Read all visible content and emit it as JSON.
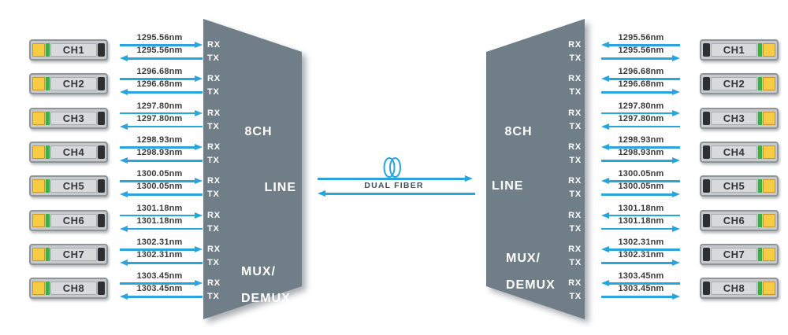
{
  "palette": {
    "arrow_blue": "#2AA4DC",
    "mux_body_gray": "#6F7E88",
    "wavelength_text": "#3A3A3A",
    "mux_text_white": "#FFFFFF",
    "module_body": "#C7CACC",
    "module_panel": "#D8DADB",
    "module_yellow": "#F6CC45",
    "module_green": "#3DAE49",
    "module_latch_black": "#2E2F30",
    "link_text": "#44505A"
  },
  "left_mux": {
    "size_label": "8CH",
    "line_label": "LINE",
    "mux_label_line1": "MUX/",
    "mux_label_line2": "DEMUX"
  },
  "right_mux": {
    "size_label": "8CH",
    "line_label": "LINE",
    "mux_label_line1": "MUX/",
    "mux_label_line2": "DEMUX"
  },
  "ports": {
    "rx": "RX",
    "tx": "TX"
  },
  "link": {
    "label": "DUAL FIBER",
    "icon": "fiber-coil-icon"
  },
  "channels": [
    {
      "name": "CH1",
      "wavelength": "1295.56nm",
      "left_arrows": {
        "upper": "right",
        "lower": "left"
      },
      "right_arrows": {
        "upper": "left",
        "lower": "right"
      }
    },
    {
      "name": "CH2",
      "wavelength": "1296.68nm",
      "left_arrows": {
        "upper": "right",
        "lower": "left"
      },
      "right_arrows": {
        "upper": "left",
        "lower": "right"
      }
    },
    {
      "name": "CH3",
      "wavelength": "1297.80nm",
      "left_arrows": {
        "upper": "right",
        "lower": "left"
      },
      "right_arrows": {
        "upper": "right",
        "lower": "left"
      }
    },
    {
      "name": "CH4",
      "wavelength": "1298.93nm",
      "left_arrows": {
        "upper": "right",
        "lower": "left"
      },
      "right_arrows": {
        "upper": "left",
        "lower": "right"
      }
    },
    {
      "name": "CH5",
      "wavelength": "1300.05nm",
      "left_arrows": {
        "upper": "right",
        "lower": "left"
      },
      "right_arrows": {
        "upper": "left",
        "lower": "right"
      }
    },
    {
      "name": "CH6",
      "wavelength": "1301.18nm",
      "left_arrows": {
        "upper": "right",
        "lower": "left"
      },
      "right_arrows": {
        "upper": "left",
        "lower": "right"
      }
    },
    {
      "name": "CH7",
      "wavelength": "1302.31nm",
      "left_arrows": {
        "upper": "right",
        "lower": "left"
      },
      "right_arrows": {
        "upper": "left",
        "lower": "right"
      }
    },
    {
      "name": "CH8",
      "wavelength": "1303.45nm",
      "left_arrows": {
        "upper": "right",
        "lower": "left"
      },
      "right_arrows": {
        "upper": "left",
        "lower": "right"
      }
    }
  ]
}
